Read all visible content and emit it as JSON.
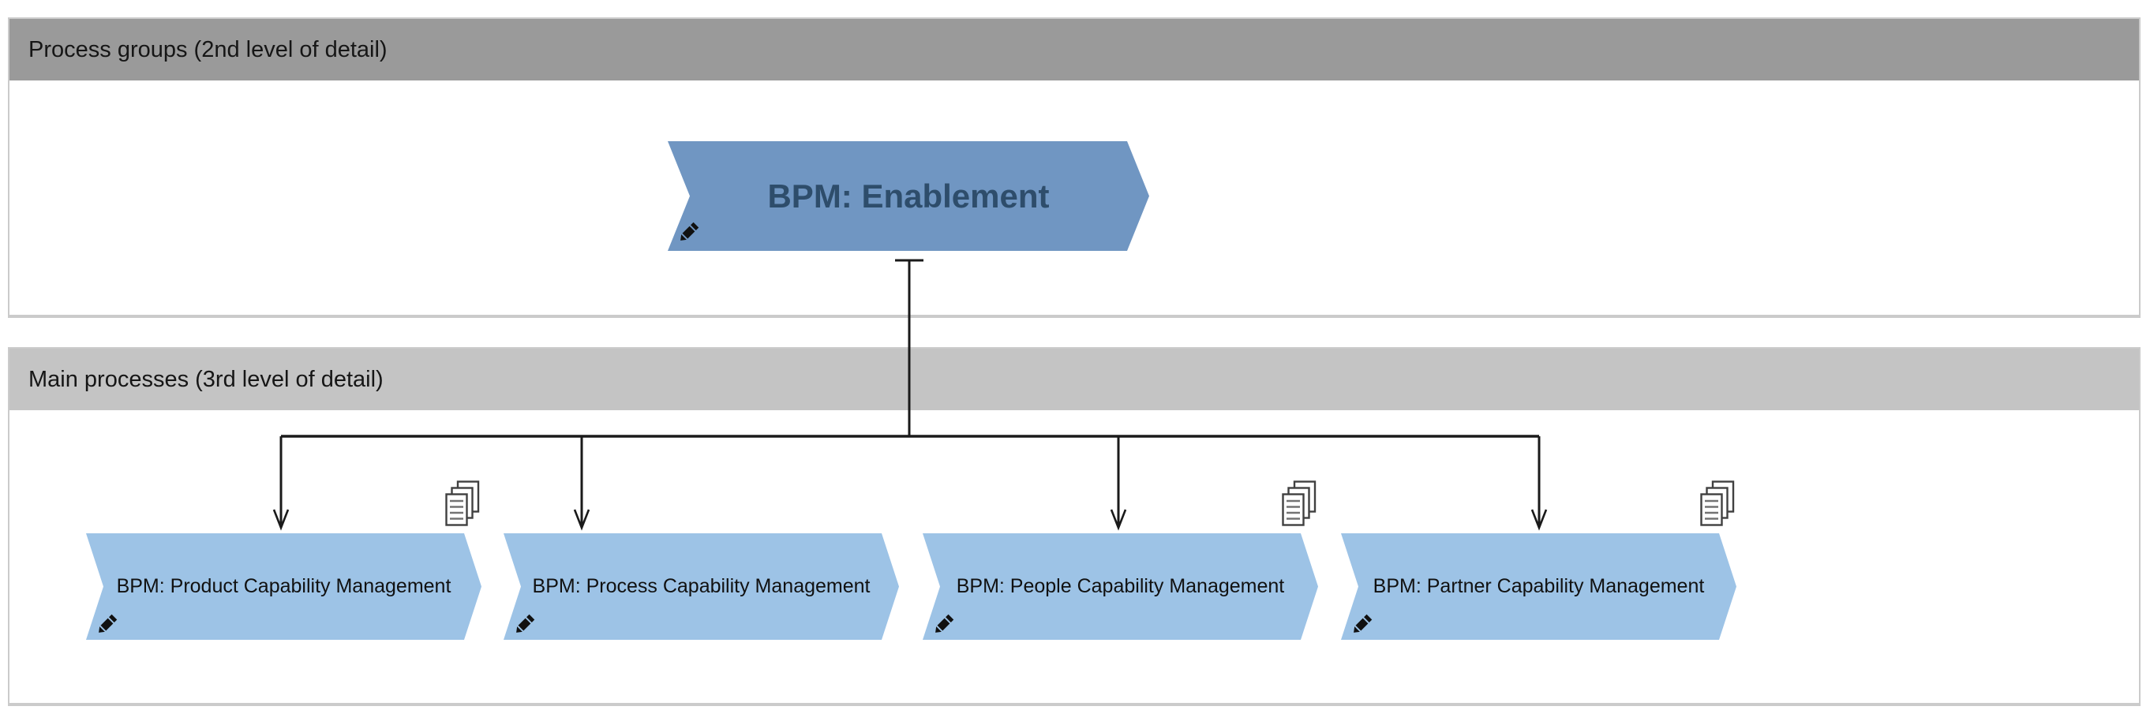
{
  "diagram": {
    "sections": [
      {
        "id": "process-groups",
        "label": "Process groups (2nd level of detail)"
      },
      {
        "id": "main-processes",
        "label": "Main processes (3rd level of detail)"
      }
    ],
    "parent_process": {
      "label": "BPM: Enablement"
    },
    "child_processes": [
      {
        "label": "BPM: Product Capability Management",
        "documents_icon": true
      },
      {
        "label": "BPM: Process Capability Management",
        "documents_icon": false
      },
      {
        "label": "BPM: People Capability Management",
        "documents_icon": true
      },
      {
        "label": "BPM: Partner Capability Management",
        "documents_icon": true
      }
    ]
  },
  "icons": {
    "pencil": "edit-pencil (black diagonal pencil marker)",
    "documents": "stacked-pages (linked documents marker)"
  },
  "colors": {
    "section1_header_bg": "#9a9a9a",
    "section2_header_bg": "#c4c4c4",
    "section_border": "#cbcbcb",
    "section_label_text": "#161616",
    "parent_shape_fill": "#7096c2",
    "parent_shape_text": "#2e4d6b",
    "child_shape_fill": "#9dc3e6",
    "child_shape_text": "#111111",
    "connector": "#1a1a1a"
  }
}
